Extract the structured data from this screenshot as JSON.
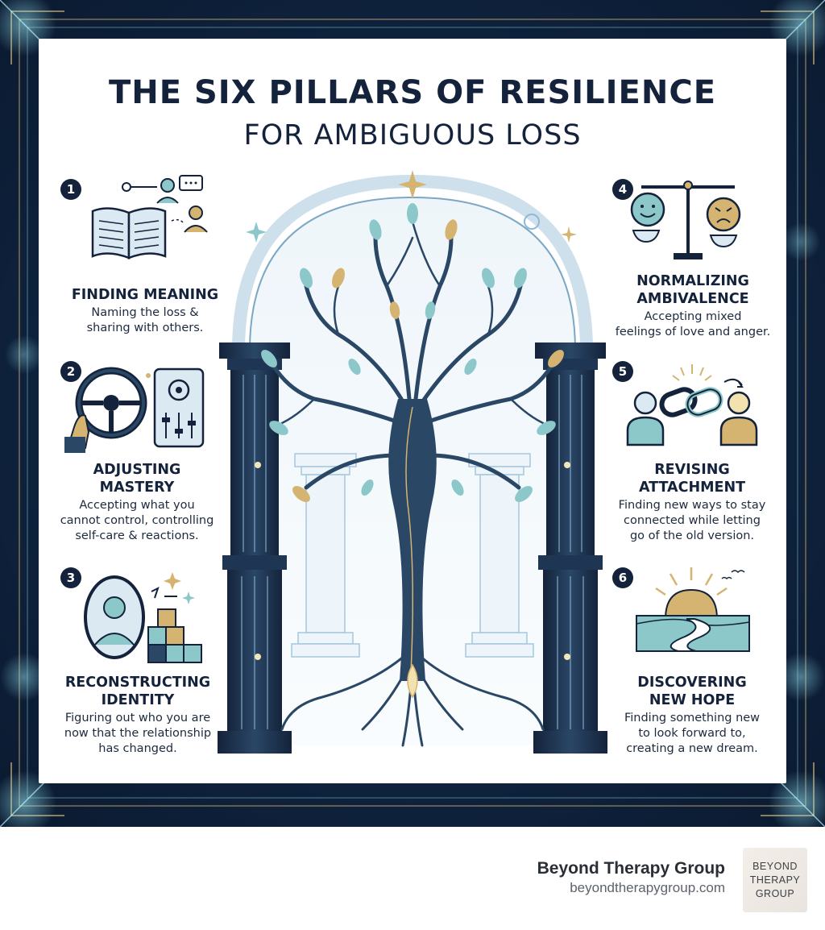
{
  "title": {
    "line1": "THE SIX PILLARS OF RESILIENCE",
    "line2": "FOR AMBIGUOUS LOSS"
  },
  "pillars": [
    {
      "number": "1",
      "title": "FINDING MEANING",
      "description": "Naming the loss &\nsharing with others.",
      "icon": "open-book-people-icon"
    },
    {
      "number": "2",
      "title": "ADJUSTING\nMASTERY",
      "description": "Accepting what you\ncannot control, controlling\nself-care & reactions.",
      "icon": "steering-wheel-controls-icon"
    },
    {
      "number": "3",
      "title": "RECONSTRUCTING\nIDENTITY",
      "description": "Figuring out who you are\nnow that the relationship\nhas changed.",
      "icon": "mirror-blocks-icon"
    },
    {
      "number": "4",
      "title": "NORMALIZING\nAMBIVALENCE",
      "description": "Accepting mixed\nfeelings of love and anger.",
      "icon": "balance-scale-faces-icon"
    },
    {
      "number": "5",
      "title": "REVISING\nATTACHMENT",
      "description": "Finding new ways to stay\nconnected while letting\ngo of the old version.",
      "icon": "chain-link-people-icon"
    },
    {
      "number": "6",
      "title": "DISCOVERING\nNEW HOPE",
      "description": "Finding something new\nto look forward to,\ncreating a new dream.",
      "icon": "sunrise-path-icon"
    }
  ],
  "colors": {
    "navy": "#14233b",
    "frame": "#102440",
    "teal": "#8cc7c9",
    "gold": "#d4b470",
    "light_blue": "#dbe9f3"
  },
  "footer": {
    "company": "Beyond Therapy Group",
    "url": "beyondtherapygroup.com",
    "logo_lines": [
      "BEYOND",
      "THERAPY",
      "GROUP"
    ]
  }
}
